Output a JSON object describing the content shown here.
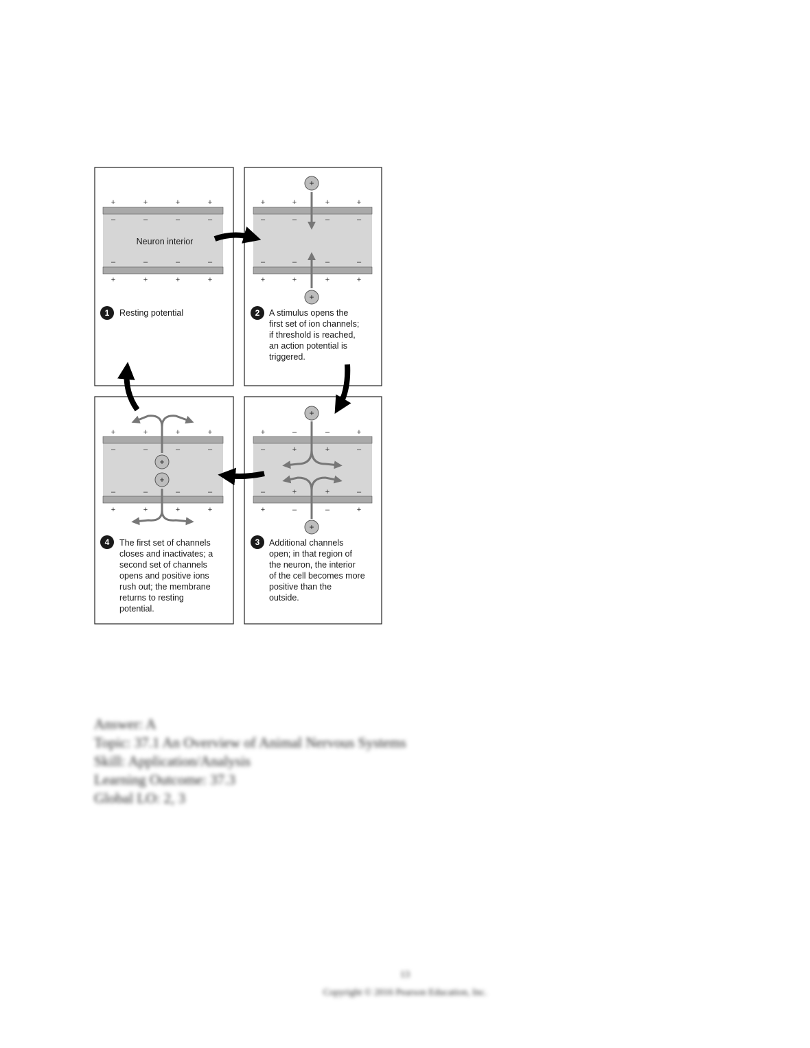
{
  "diagram": {
    "interior_label": "Neuron interior",
    "steps": [
      {
        "number": "1",
        "lines": [
          "Resting potential"
        ]
      },
      {
        "number": "2",
        "lines": [
          "A stimulus opens the",
          "first set of ion channels;",
          "if threshold is reached,",
          "an action potential is",
          "triggered."
        ]
      },
      {
        "number": "3",
        "lines": [
          "Additional channels",
          "open; in that region of",
          "the neuron, the interior",
          "of the cell becomes more",
          "positive than the",
          "outside."
        ]
      },
      {
        "number": "4",
        "lines": [
          "The first set of channels",
          "closes and inactivates; a",
          "second set of channels",
          "opens and positive ions",
          "rush out; the membrane",
          "returns to resting",
          "potential."
        ]
      }
    ],
    "charges": {
      "pos": "+",
      "neg": "–"
    },
    "ion_label": "+",
    "colors": {
      "interior": "#d6d6d6",
      "membrane": "#a9a9a9",
      "arrow": "#000000",
      "flow": "#777777"
    }
  },
  "answer_block": {
    "lines": [
      "Answer:  A",
      "Topic:  37.1 An Overview of Animal Nervous Systems",
      "Skill:  Application/Analysis",
      "Learning Outcome:  37.3",
      "Global LO:  2, 3"
    ]
  },
  "footer": {
    "page_number": "13",
    "copyright": "Copyright © 2016 Pearson Education, Inc."
  }
}
